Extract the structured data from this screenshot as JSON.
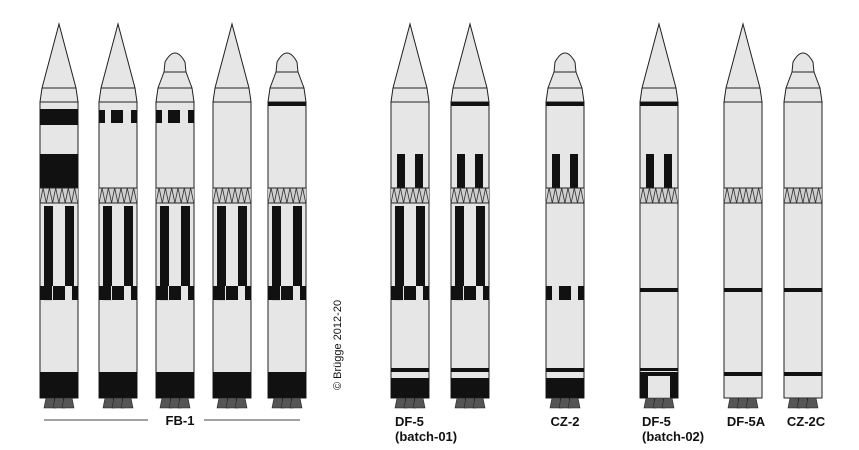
{
  "credit": "© Brügge 2012-20",
  "labels": {
    "fb1": "FB-1",
    "df5_b1_name": "DF-5",
    "df5_b1_batch": "(batch-01)",
    "cz2": "CZ-2",
    "df5_b2_name": "DF-5",
    "df5_b2_batch": "(batch-02)",
    "df5a": "DF-5A",
    "cz2c": "CZ-2C"
  },
  "colors": {
    "body": "#e6e6e6",
    "outline": "#222222",
    "marking": "#111111",
    "nozzle": "#555555"
  },
  "rockets": [
    {
      "id": "fb1-a",
      "group": "FB-1",
      "nose": "spike",
      "upper": [
        "solid-top",
        "solid-mid"
      ],
      "lower": "stripes-check",
      "base": "solid"
    },
    {
      "id": "fb1-b",
      "group": "FB-1",
      "nose": "spike",
      "upper": [
        "checker-top"
      ],
      "lower": "stripes-check",
      "base": "solid"
    },
    {
      "id": "fb1-c",
      "group": "FB-1",
      "nose": "rounded",
      "upper": [
        "checker-top"
      ],
      "lower": "stripes-check",
      "base": "solid"
    },
    {
      "id": "fb1-d",
      "group": "FB-1",
      "nose": "spike",
      "upper": [],
      "lower": "stripes-check",
      "base": "solid"
    },
    {
      "id": "fb1-e",
      "group": "FB-1",
      "nose": "rounded",
      "upper": [
        "band-top"
      ],
      "lower": "stripes-check",
      "base": "solid"
    },
    {
      "id": "df5-b1-a",
      "group": "DF-5 (batch-01)",
      "nose": "spike",
      "upper": [
        "vertical-pair"
      ],
      "lower": "stripes-check",
      "base": "banded"
    },
    {
      "id": "df5-b1-b",
      "group": "DF-5 (batch-01)",
      "nose": "spike",
      "upper": [
        "band-top",
        "vertical-pair"
      ],
      "lower": "stripes-check",
      "base": "banded"
    },
    {
      "id": "cz2",
      "group": "CZ-2",
      "nose": "rounded",
      "upper": [
        "band-top",
        "vertical-pair"
      ],
      "lower": "check-only",
      "base": "banded"
    },
    {
      "id": "df5-b2",
      "group": "DF-5 (batch-02)",
      "nose": "spike",
      "upper": [
        "band-top",
        "vertical-pair"
      ],
      "lower": "band-only",
      "base": "window"
    },
    {
      "id": "df5a",
      "group": "DF-5A",
      "nose": "spike",
      "upper": [],
      "lower": "band-only",
      "base": "band"
    },
    {
      "id": "cz2c",
      "group": "CZ-2C",
      "nose": "rounded",
      "upper": [],
      "lower": "band-only",
      "base": "band"
    }
  ]
}
